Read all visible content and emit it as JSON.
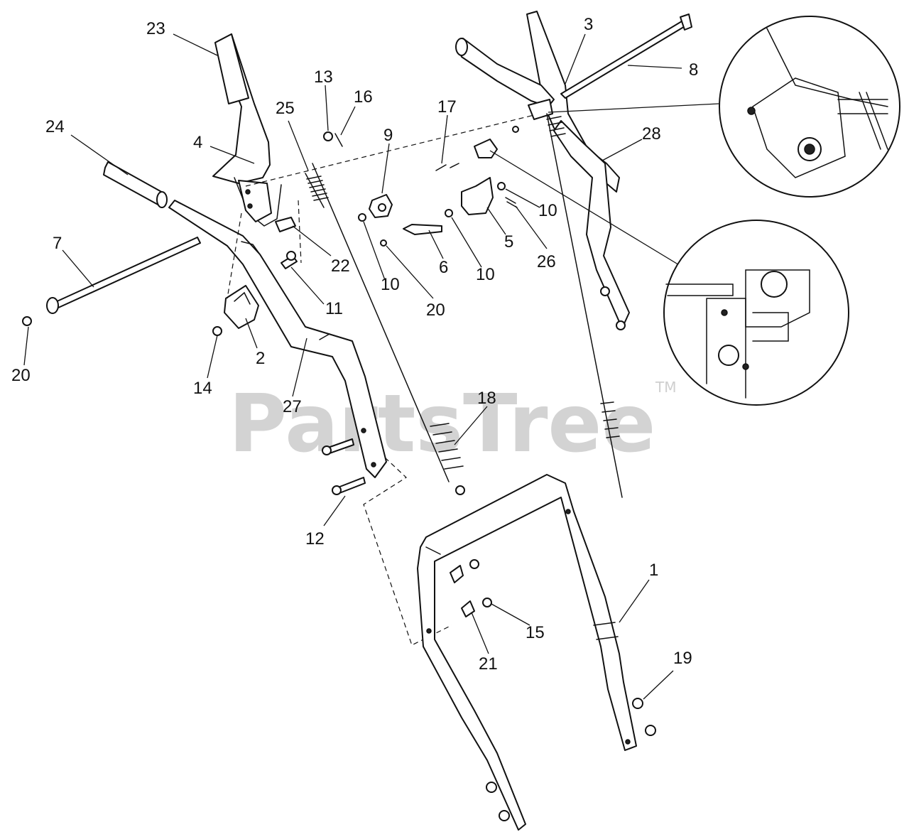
{
  "watermark": {
    "text": "PartsTree",
    "trademark": "TM"
  },
  "callouts": [
    "23",
    "3",
    "8",
    "13",
    "16",
    "25",
    "17",
    "9",
    "24",
    "4",
    "28",
    "7",
    "22",
    "10",
    "5",
    "26",
    "11",
    "6",
    "20",
    "2",
    "14",
    "27",
    "18",
    "12",
    "1",
    "15",
    "21",
    "19"
  ],
  "labels": {
    "l1": "1",
    "l2": "2",
    "l3": "3",
    "l4": "4",
    "l5": "5",
    "l6": "6",
    "l7": "7",
    "l8": "8",
    "l9": "9",
    "l10a": "10",
    "l10b": "10",
    "l10c": "10",
    "l11": "11",
    "l12": "12",
    "l13": "13",
    "l14": "14",
    "l15": "15",
    "l16": "16",
    "l17": "17",
    "l18": "18",
    "l19": "19",
    "l20a": "20",
    "l20b": "20",
    "l21": "21",
    "l22": "22",
    "l23": "23",
    "l24": "24",
    "l25": "25",
    "l26": "26",
    "l27": "27",
    "l28": "28"
  }
}
